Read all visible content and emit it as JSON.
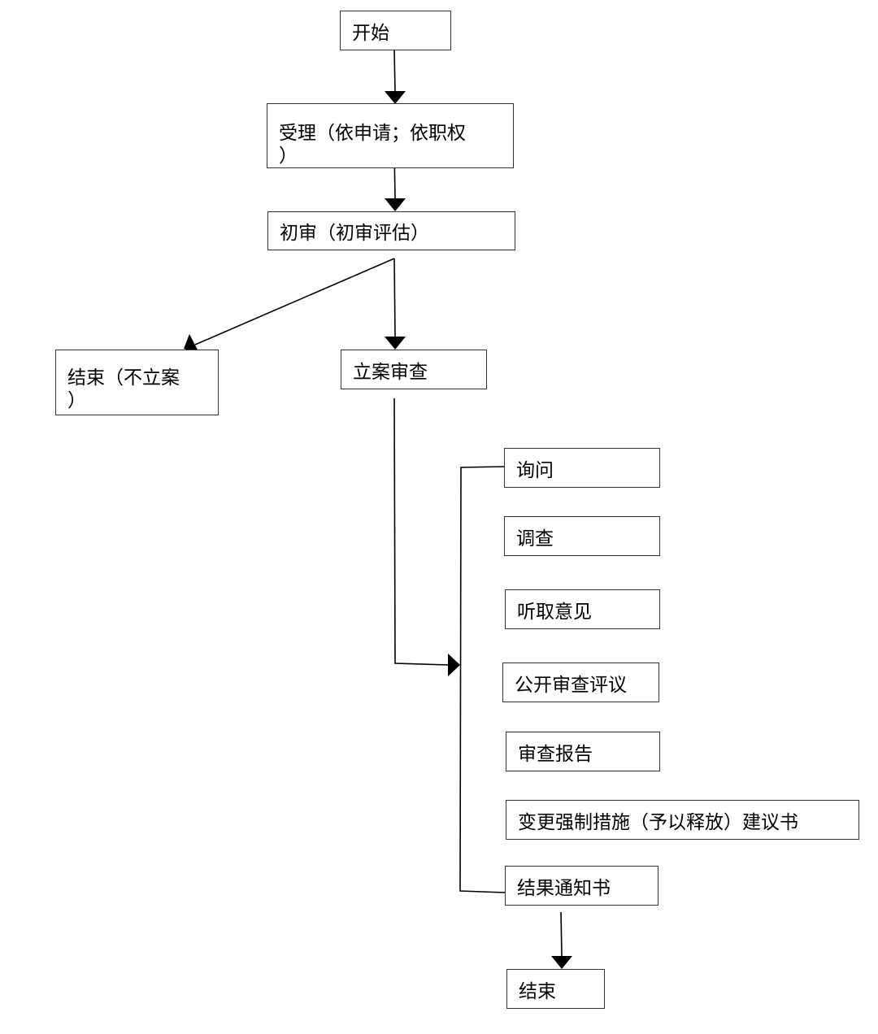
{
  "diagram": {
    "nodes": {
      "start": "开始",
      "accept": "受理（依申请；依职权\n）",
      "initial_review": "初审（初审评估）",
      "end_no_case": "结束（不立案\n）",
      "case_review": "立案审查",
      "inquiry": "询问",
      "investigation": "调查",
      "hear_opinions": "听取意见",
      "public_review": "公开审查评议",
      "review_report": "审查报告",
      "recommendation": "变更强制措施（予以释放）建议书",
      "result_notice": "结果通知书",
      "end": "结束"
    }
  }
}
